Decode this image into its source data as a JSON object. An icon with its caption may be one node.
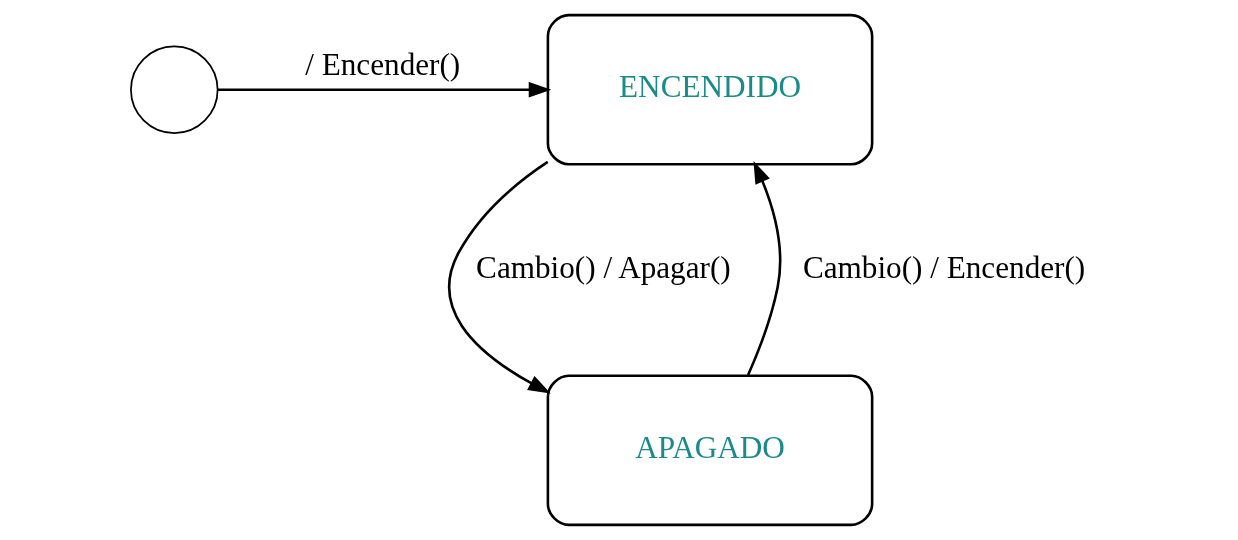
{
  "diagram": {
    "nodes": [
      {
        "text": [],
        "shape": "circle"
      },
      {
        "text": [
          "ENCENDIDO"
        ]
      },
      {
        "text": [
          "APAGADO"
        ]
      }
    ],
    "edges": [
      {
        "from": 0,
        "to": 1,
        "arrow": "to",
        "label": "/ Encender()"
      },
      {
        "from": 1,
        "to": 2,
        "arrow": "to",
        "label": "Cambio() / Apagar()"
      },
      {
        "from": 2,
        "to": 1,
        "arrow": "to",
        "label": "Cambio() / Encender()"
      }
    ]
  }
}
